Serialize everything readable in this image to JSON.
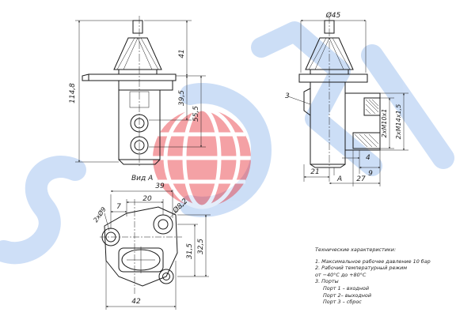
{
  "watermark": {
    "text": "SORL",
    "color": "#1e6fd9",
    "opacity": 0.22
  },
  "emblem": {
    "colors": [
      "#e8313a",
      "#ffffff"
    ]
  },
  "dimensions": {
    "d45": "Ø45",
    "h114_8": "114,8",
    "h41": "41",
    "h39_5": "39,5",
    "h55_5": "55,5",
    "w39": "39",
    "w20": "20",
    "w7": "7",
    "d8_2": "Ø8,2",
    "holes_d9": "2хØ9",
    "h31_5": "31,5",
    "h32_5": "32,5",
    "w42": "42",
    "port_m10": "2хМ10х1",
    "port_m14": "2хМ14х1,5",
    "w21": "21",
    "w4": "4",
    "w9": "9",
    "w27": "27",
    "callout3": "3"
  },
  "view_labels": {
    "view_a": "Вид А",
    "arrow_a": "А"
  },
  "notes": {
    "title": "Технические характеристики:",
    "line1": "1. Максимальное рабочее давление 10 бар",
    "line2": "2. Рабочий температурный режим",
    "line3": "от −40°С до +80°С",
    "line4": "3. Порты",
    "port1": "Порт 1 – входной",
    "port2": "Порт 2– выходной",
    "port3": "Порт 3 – сброс"
  }
}
